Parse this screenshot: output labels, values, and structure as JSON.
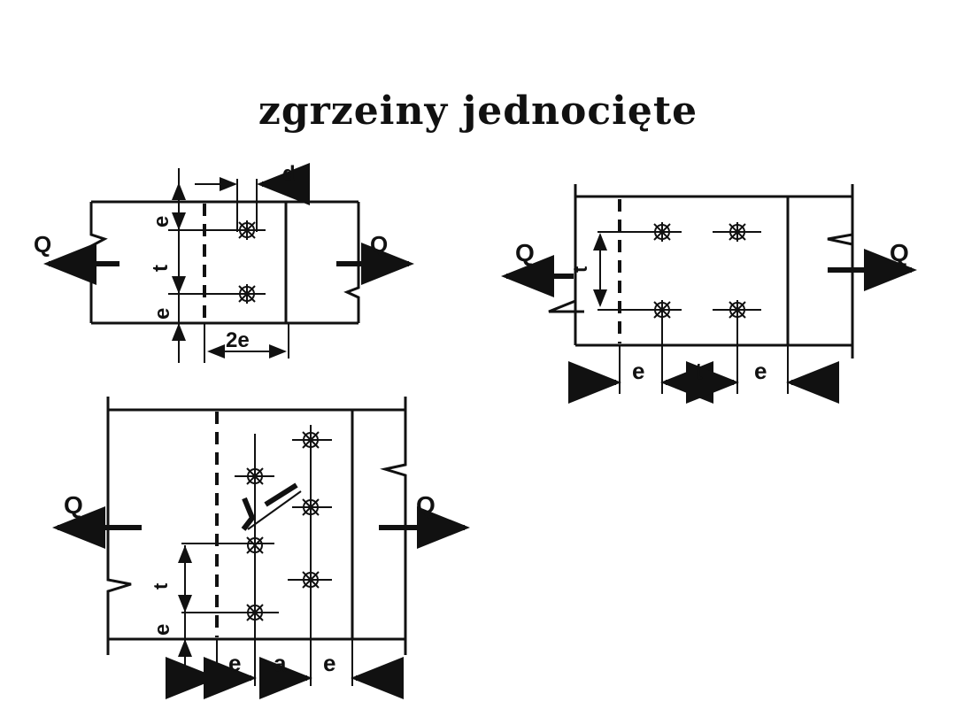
{
  "title": "zgrzeiny jednocięte",
  "labels": {
    "Q": "Q",
    "d": "d",
    "e": "e",
    "t": "t",
    "a": "a",
    "two_e": "2e"
  }
}
